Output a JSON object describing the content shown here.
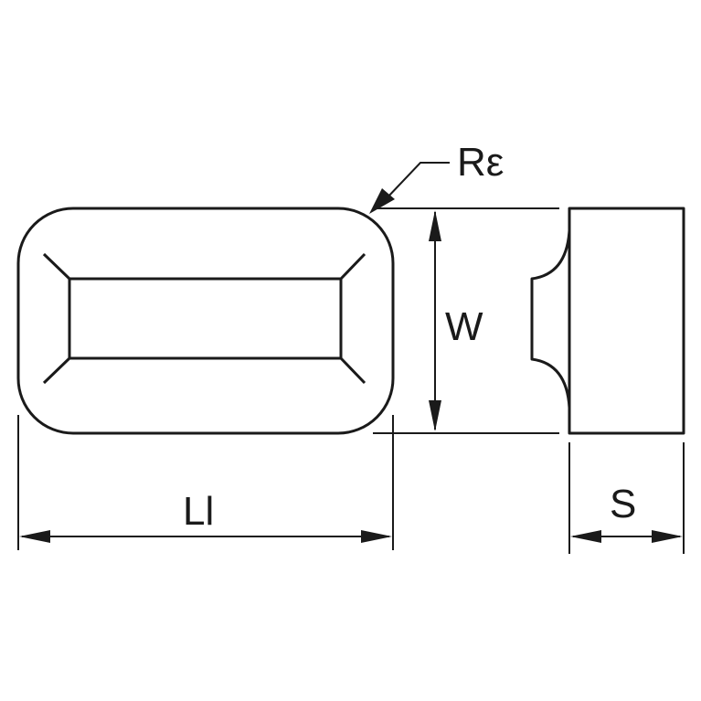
{
  "labels": {
    "corner_radius": "Rε",
    "width": "W",
    "length": "Ll",
    "thickness": "S"
  },
  "colors": {
    "line": "#1a1a1a",
    "background": "#ffffff"
  }
}
